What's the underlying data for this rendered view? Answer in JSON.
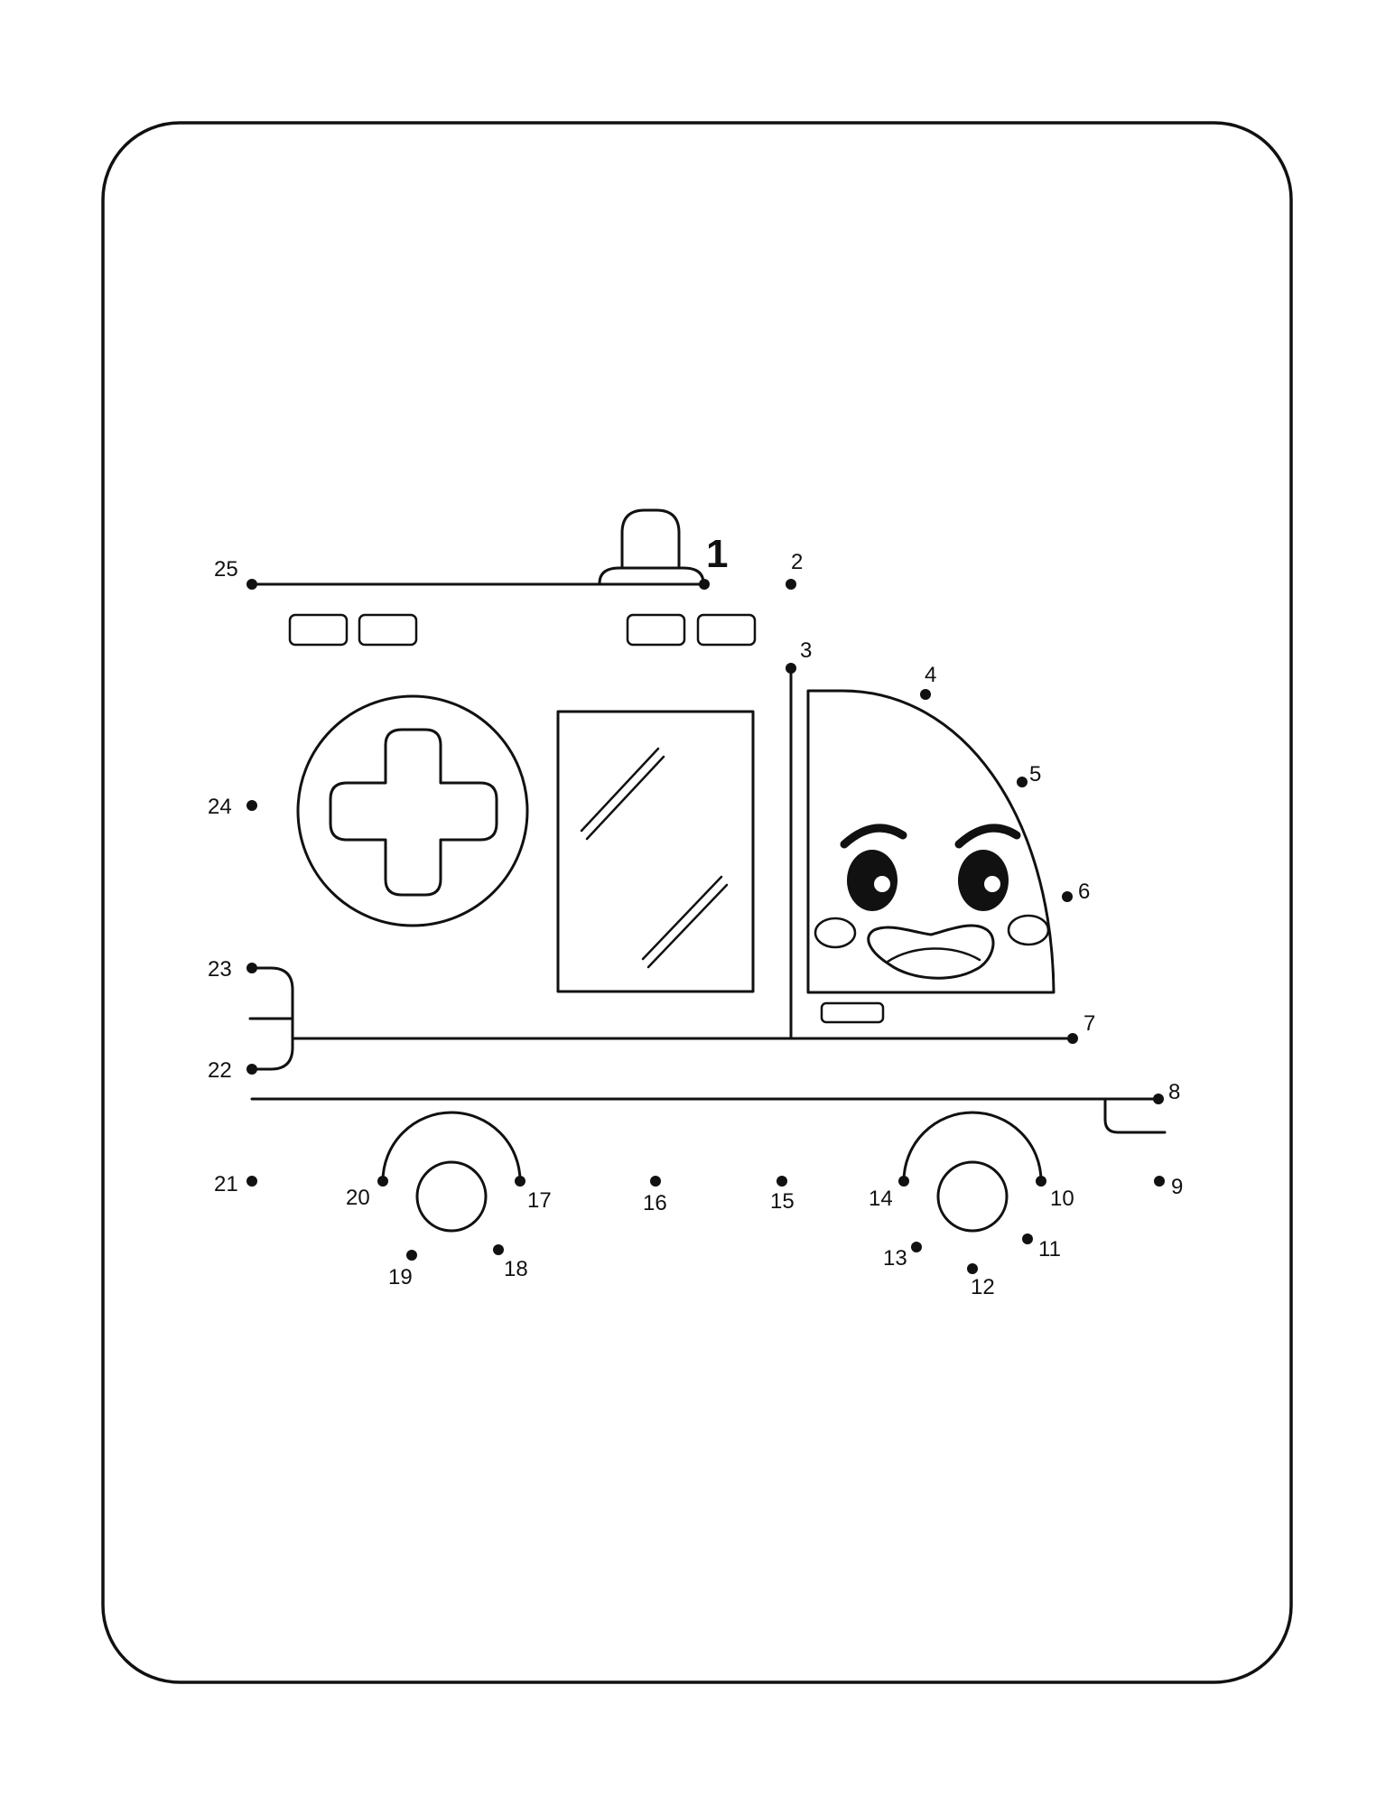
{
  "colors": {
    "ink": "#111111",
    "paper": "#ffffff"
  },
  "icons": [
    "ambulance-outline",
    "siren-light-icon",
    "medical-cross-icon",
    "smiling-face-icon"
  ],
  "dots": [
    {
      "n": "1"
    },
    {
      "n": "2"
    },
    {
      "n": "3"
    },
    {
      "n": "4"
    },
    {
      "n": "5"
    },
    {
      "n": "6"
    },
    {
      "n": "7"
    },
    {
      "n": "8"
    },
    {
      "n": "9"
    },
    {
      "n": "10"
    },
    {
      "n": "11"
    },
    {
      "n": "12"
    },
    {
      "n": "13"
    },
    {
      "n": "14"
    },
    {
      "n": "15"
    },
    {
      "n": "16"
    },
    {
      "n": "17"
    },
    {
      "n": "18"
    },
    {
      "n": "19"
    },
    {
      "n": "20"
    },
    {
      "n": "21"
    },
    {
      "n": "22"
    },
    {
      "n": "23"
    },
    {
      "n": "24"
    },
    {
      "n": "25"
    }
  ]
}
